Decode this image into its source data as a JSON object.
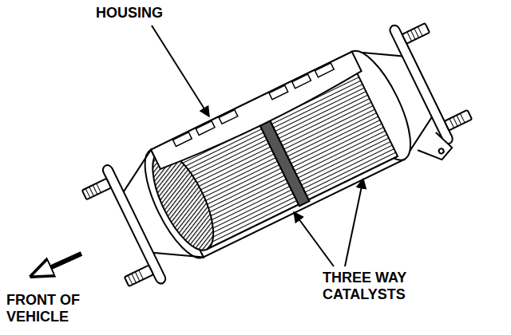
{
  "diagram": {
    "labels": [
      "HOUSING",
      "THREE WAY CATALYSTS",
      "FRONT OF VEHICLE"
    ]
  }
}
